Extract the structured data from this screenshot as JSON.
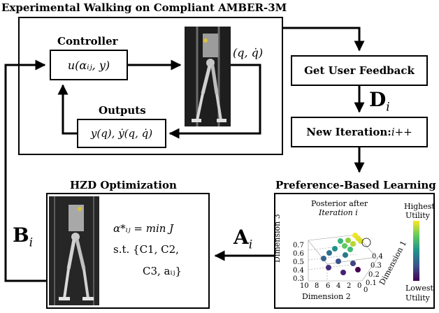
{
  "title": "Experimental Walking on Compliant AMBER-3M",
  "controller": {
    "label": "Controller",
    "expr": "u(αᵢⱼ, y)"
  },
  "outputs": {
    "label": "Outputs",
    "expr": "y(q), ẏ(q, q̇)"
  },
  "state_label": "(q, q̇)",
  "feedback": {
    "label": "Get User Feedback"
  },
  "d_label": {
    "main": "D",
    "sub": "i"
  },
  "iteration": {
    "label": "New Iteration: ",
    "expr": "i++"
  },
  "hzd": {
    "title": "HZD Optimization",
    "line1": "α*ᵢⱼ = min J",
    "line2": "s.t. {C1, C2,",
    "line3": "C3, aᵢⱼ}"
  },
  "b_label": {
    "main": "B",
    "sub": "i"
  },
  "a_label": {
    "main": "A",
    "sub": "i"
  },
  "pbl": {
    "title": "Preference-Based Learning",
    "plot_title_1": "Posterior after",
    "plot_title_2": "Iteration i",
    "colorbar_top_1": "Highest",
    "colorbar_top_2": "Utility",
    "colorbar_bottom_1": "Lowest",
    "colorbar_bottom_2": "Utility",
    "dim1": "Dimension 1",
    "dim2": "Dimension 2",
    "dim3": "Dimension 3",
    "z_ticks": [
      "0.7",
      "0.6",
      "0.5",
      "0.4",
      "0.3"
    ],
    "x_ticks": [
      "10",
      "8",
      "6",
      "4",
      "2",
      "0"
    ],
    "y_ticks": [
      "0.4",
      "0.3",
      "0.2",
      "0.1",
      "0"
    ]
  }
}
